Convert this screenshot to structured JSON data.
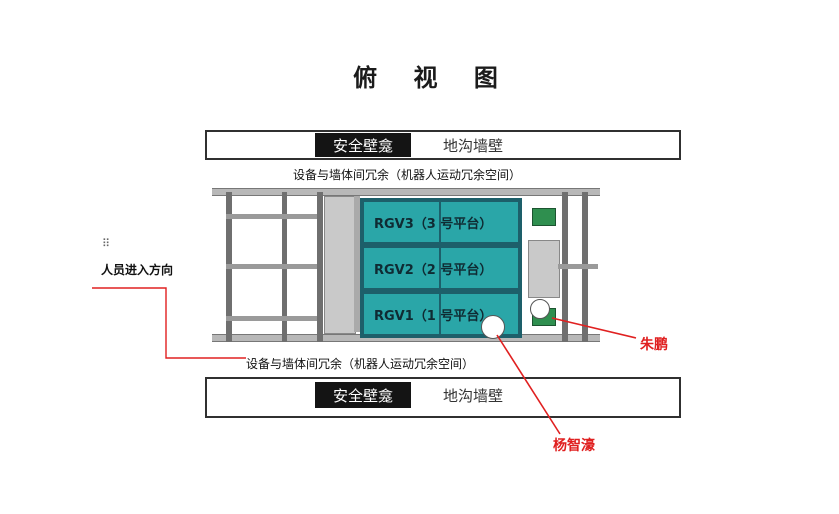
{
  "title": "俯 视 图",
  "wall_top": {
    "niche": "安全壁龛",
    "trench": "地沟墙壁"
  },
  "wall_bottom": {
    "niche": "安全壁龛",
    "trench": "地沟墙壁"
  },
  "clearance_top": "设备与墙体间冗余（机器人运动冗余空间）",
  "clearance_bottom": "设备与墙体间冗余（机器人运动冗余空间）",
  "entry_direction": "人员进入方向",
  "rgv": [
    {
      "label": "RGV3（3 号平台）"
    },
    {
      "label": "RGV2（2 号平台）"
    },
    {
      "label": "RGV1（1 号平台）"
    }
  ],
  "annotations": {
    "person_right": "朱鹏",
    "person_bottom": "杨智濠"
  },
  "colors": {
    "cart": "#2aa6a8",
    "annotation": "#e02020",
    "equipment_green": "#2f8f4f"
  }
}
